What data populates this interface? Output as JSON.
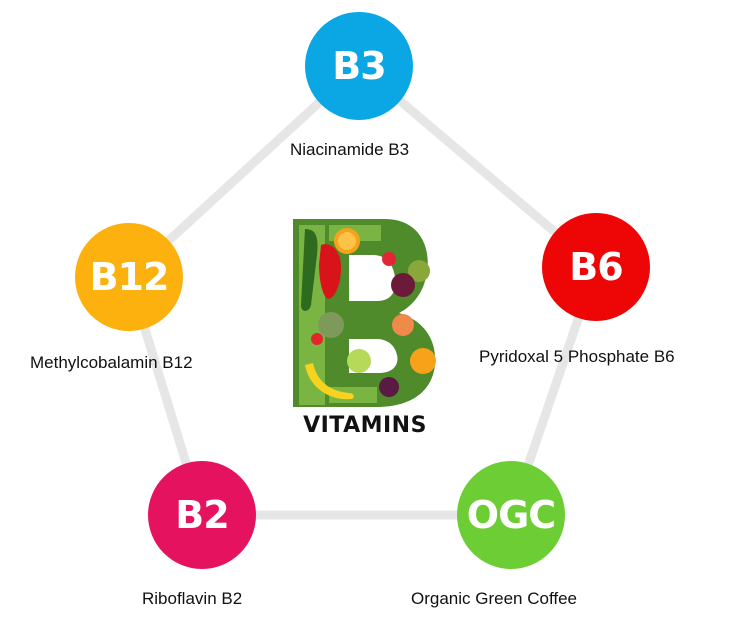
{
  "center": {
    "title": "VITAMINS",
    "icon": "vegetable-letter-b-icon"
  },
  "nodes": [
    {
      "key": "b3",
      "label": "B3",
      "caption": "Niacinamide B3",
      "color": "#0aa7e4"
    },
    {
      "key": "b6",
      "label": "B6",
      "caption": "Pyridoxal 5 Phosphate B6",
      "color": "#ee0606"
    },
    {
      "key": "ogc",
      "label": "OGC",
      "caption": "Organic Green Coffee",
      "color": "#6ccd34"
    },
    {
      "key": "b2",
      "label": "B2",
      "caption": "Riboflavin B2",
      "color": "#e5135f"
    },
    {
      "key": "b12",
      "label": "B12",
      "caption": "Methylcobalamin B12",
      "color": "#fdb10f"
    }
  ],
  "colors": {
    "connector": "#e6e6e6"
  }
}
